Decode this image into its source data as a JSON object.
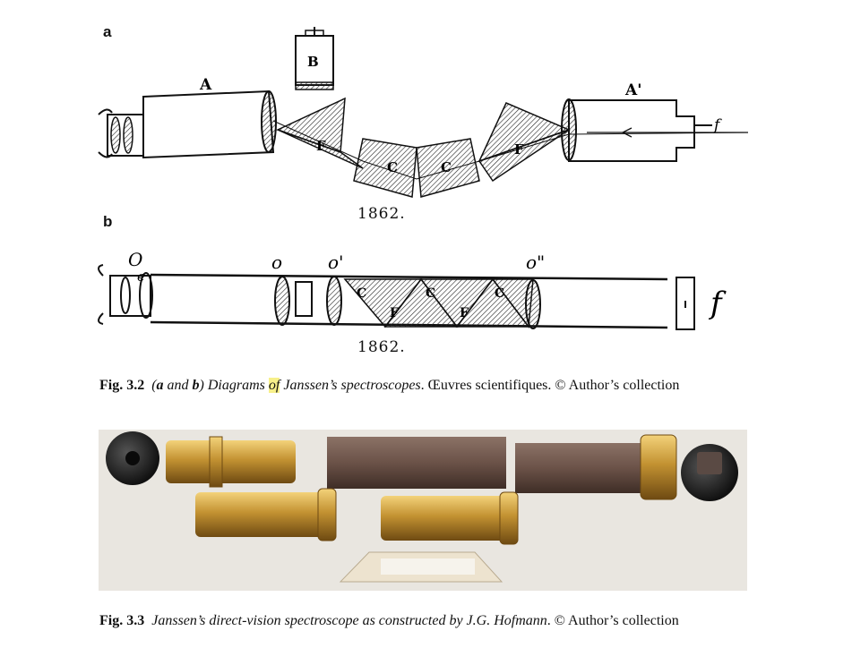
{
  "panel_a": {
    "letter": "a",
    "labels": {
      "A": "A",
      "B": "B",
      "A_prime": "A'",
      "F1": "F",
      "F2": "F",
      "C1": "C",
      "C2": "C",
      "f": "f"
    },
    "year": "1862."
  },
  "panel_b": {
    "letter": "b",
    "labels": {
      "o": "o",
      "o_prime": "o'",
      "o_dbl": "o\"",
      "e": "e",
      "f": "f",
      "C1": "C",
      "C2": "C",
      "C3": "C",
      "F1": "F",
      "F2": "F"
    },
    "year": "1862."
  },
  "fig32": {
    "number": "Fig. 3.2",
    "a": "a",
    "and": " and ",
    "b": "b",
    "close_paren_1": ") Diagrams ",
    "of": "of",
    "rest_italic": " Janssen’s spectroscopes",
    "rest": ". Œuvres scientifiques. © Author’s collection"
  },
  "fig33": {
    "number": "Fig. 3.3",
    "italic": "Janssen’s direct-vision spectroscope as constructed by J.G. Hofmann",
    "rest": ". © Author’s collection"
  },
  "colors": {
    "highlight": "#f7f08a",
    "photo_bg": "#e9e6e0",
    "brass": "#b8892a",
    "leather": "#6b5248"
  }
}
